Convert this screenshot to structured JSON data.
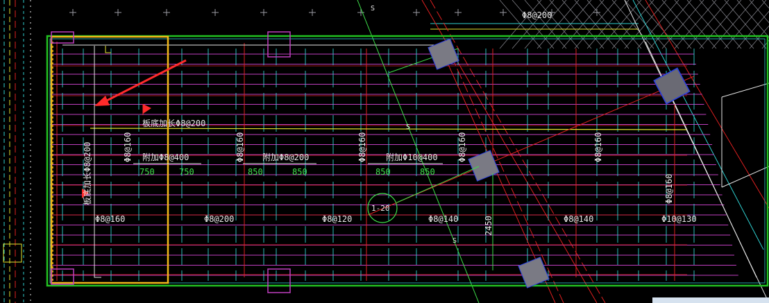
{
  "colors": {
    "background": "#000000",
    "slab_boundary": "#22c322",
    "rebar_main": "#c03fc0",
    "red_lines": "#e02020",
    "cyan_lines": "#2fd0d0",
    "yellow_lines": "#e6e62e",
    "orange_highlight": "#f2b81a",
    "label_white": "#e8e8e8",
    "label_green": "#3ee04a",
    "column_fill": "#7a7a84",
    "column_stroke": "#2a3fe0",
    "arrow": "#ff2b2b"
  },
  "labels": {
    "top_spacing": "Φ8@200",
    "slab_edge_rebar": "板底加长Φ8@200",
    "vertical_left": "板底加长Φ8@200",
    "vertical_1": "Φ8@160",
    "vertical_2": "Φ8@160",
    "vertical_3": "Φ8@160",
    "vertical_4": "Φ8@160",
    "vertical_5": "Φ8@160",
    "vertical_6": "Φ8@160",
    "add_bar_1": "附加Φ8@400",
    "add_bar_2": "附加Φ8@200",
    "add_bar_3": "附加Φ10@400",
    "dim_750_a": "750",
    "dim_750_b": "750",
    "dim_850_a": "850",
    "dim_850_b": "850",
    "dim_850_c": "850",
    "dim_850_d": "850",
    "bottom_1": "Φ8@160",
    "bottom_2": "Φ8@200",
    "bottom_3": "Φ8@120",
    "bottom_4": "Φ8@140",
    "bottom_5": "Φ8@140",
    "bottom_6": "Φ10@130",
    "section_mark": "1-20",
    "dim_2450": "2450",
    "small_mark": "S"
  }
}
